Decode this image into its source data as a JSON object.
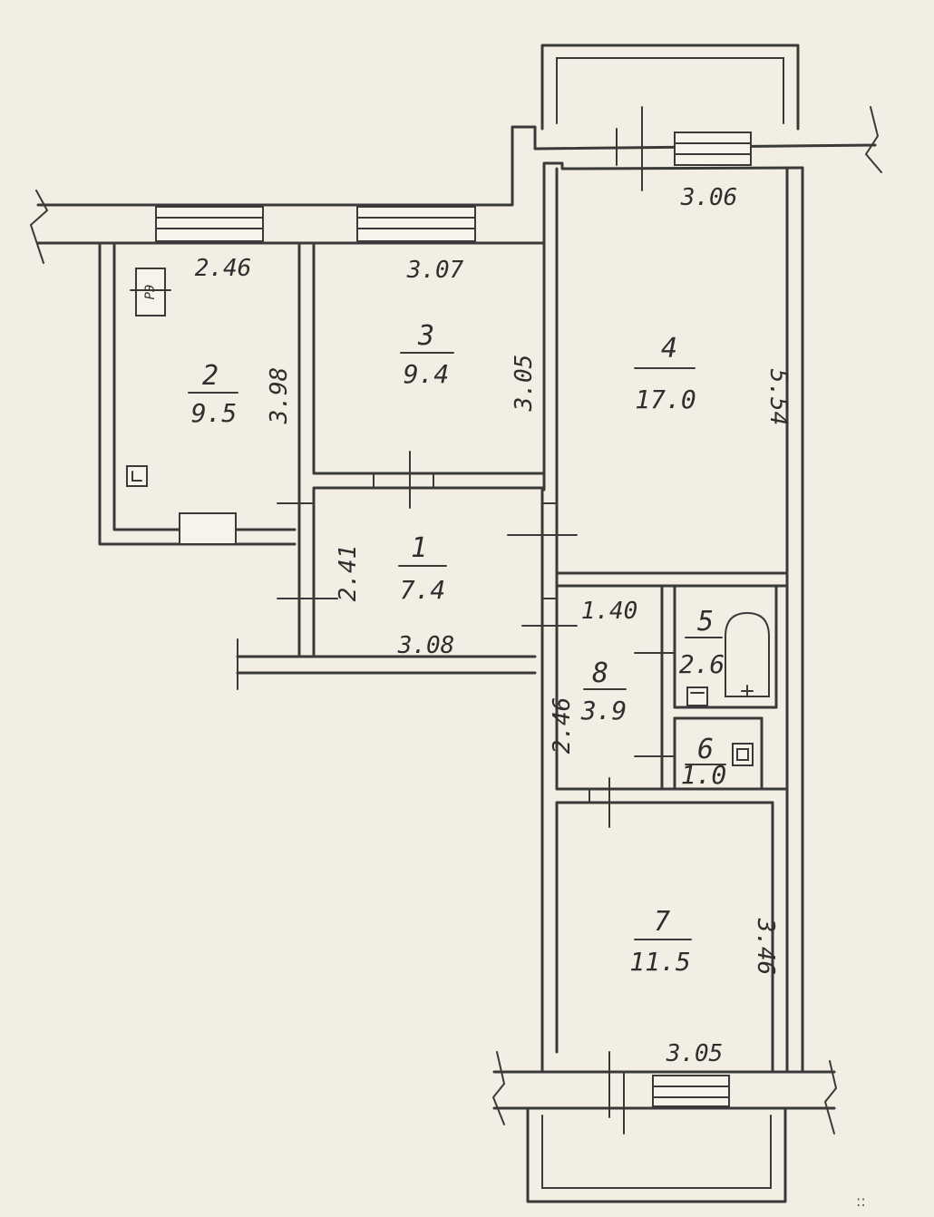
{
  "rooms": [
    {
      "number": "1",
      "area": "7.4"
    },
    {
      "number": "2",
      "area": "9.5"
    },
    {
      "number": "3",
      "area": "9.4"
    },
    {
      "number": "4",
      "area": "17.0"
    },
    {
      "number": "5",
      "area": "2.6"
    },
    {
      "number": "6",
      "area": "1.0"
    },
    {
      "number": "7",
      "area": "11.5"
    },
    {
      "number": "8",
      "area": "3.9"
    }
  ],
  "dimensions": {
    "room2_width": "2.46",
    "room2_height": "3.98",
    "room3_width": "3.07",
    "room3_height": "3.05",
    "room4_width": "3.06",
    "room4_height": "5.54",
    "room1_width": "3.08",
    "room1_height": "2.41",
    "room8_width": "1.40",
    "room8_height": "2.46",
    "room7_width": "3.05",
    "room7_height": "3.46"
  },
  "fixtures": {
    "stove_label": "РЭ",
    "corner_marks": ":: "
  }
}
